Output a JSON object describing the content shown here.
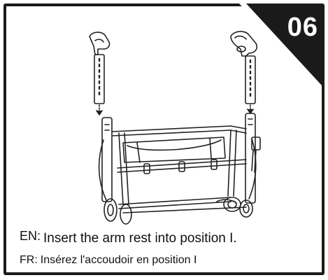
{
  "step": {
    "number": "06"
  },
  "instructions": {
    "en": {
      "lang": "EN:",
      "text": "Insert the arm rest into position I."
    },
    "fr": {
      "lang": "FR:",
      "text": "Insérez l'accoudoir en position I"
    }
  },
  "colors": {
    "frame": "#1a1a1a",
    "badge": "#1a1a1a",
    "badge_text": "#ffffff",
    "line_art": "#222222"
  }
}
